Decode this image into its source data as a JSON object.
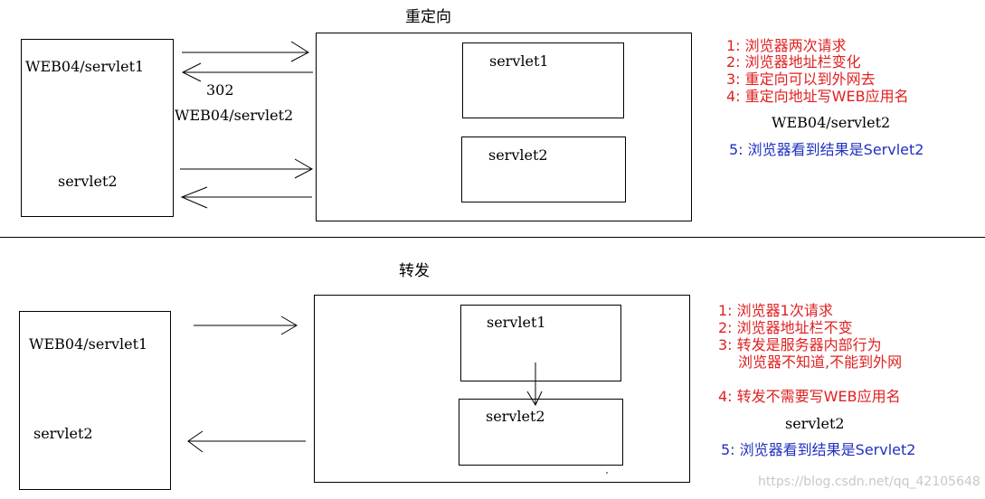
{
  "redirect": {
    "title": "重定向",
    "browser_url": "WEB04/servlet1",
    "browser_servlet": "servlet2",
    "response_code": "302",
    "response_location": "WEB04/servlet2",
    "server_servlet1": "servlet1",
    "server_servlet2": "servlet2",
    "notes": [
      "1: 浏览器两次请求",
      "2: 浏览器地址栏变化",
      "3: 重定向可以到外网去",
      "4: 重定向地址写WEB应用名"
    ],
    "note_path": "WEB04/servlet2",
    "note_result": "5: 浏览器看到结果是Servlet2"
  },
  "forward": {
    "title": "转发",
    "browser_url": "WEB04/servlet1",
    "browser_servlet": "servlet2",
    "server_servlet1": "servlet1",
    "server_servlet2": "servlet2",
    "notes": [
      "1: 浏览器1次请求",
      "2: 浏览器地址栏不变",
      "3: 转发是服务器内部行为",
      "浏览器不知道,不能到外网"
    ],
    "note_4": "4: 转发不需要写WEB应用名",
    "note_path": "servlet2",
    "note_result": "5: 浏览器看到结果是Servlet2"
  },
  "watermark": "https://blog.csdn.net/qq_42105648",
  "colors": {
    "note_red": "#e02020",
    "note_blue": "#2030c0",
    "divider": "#000000"
  }
}
